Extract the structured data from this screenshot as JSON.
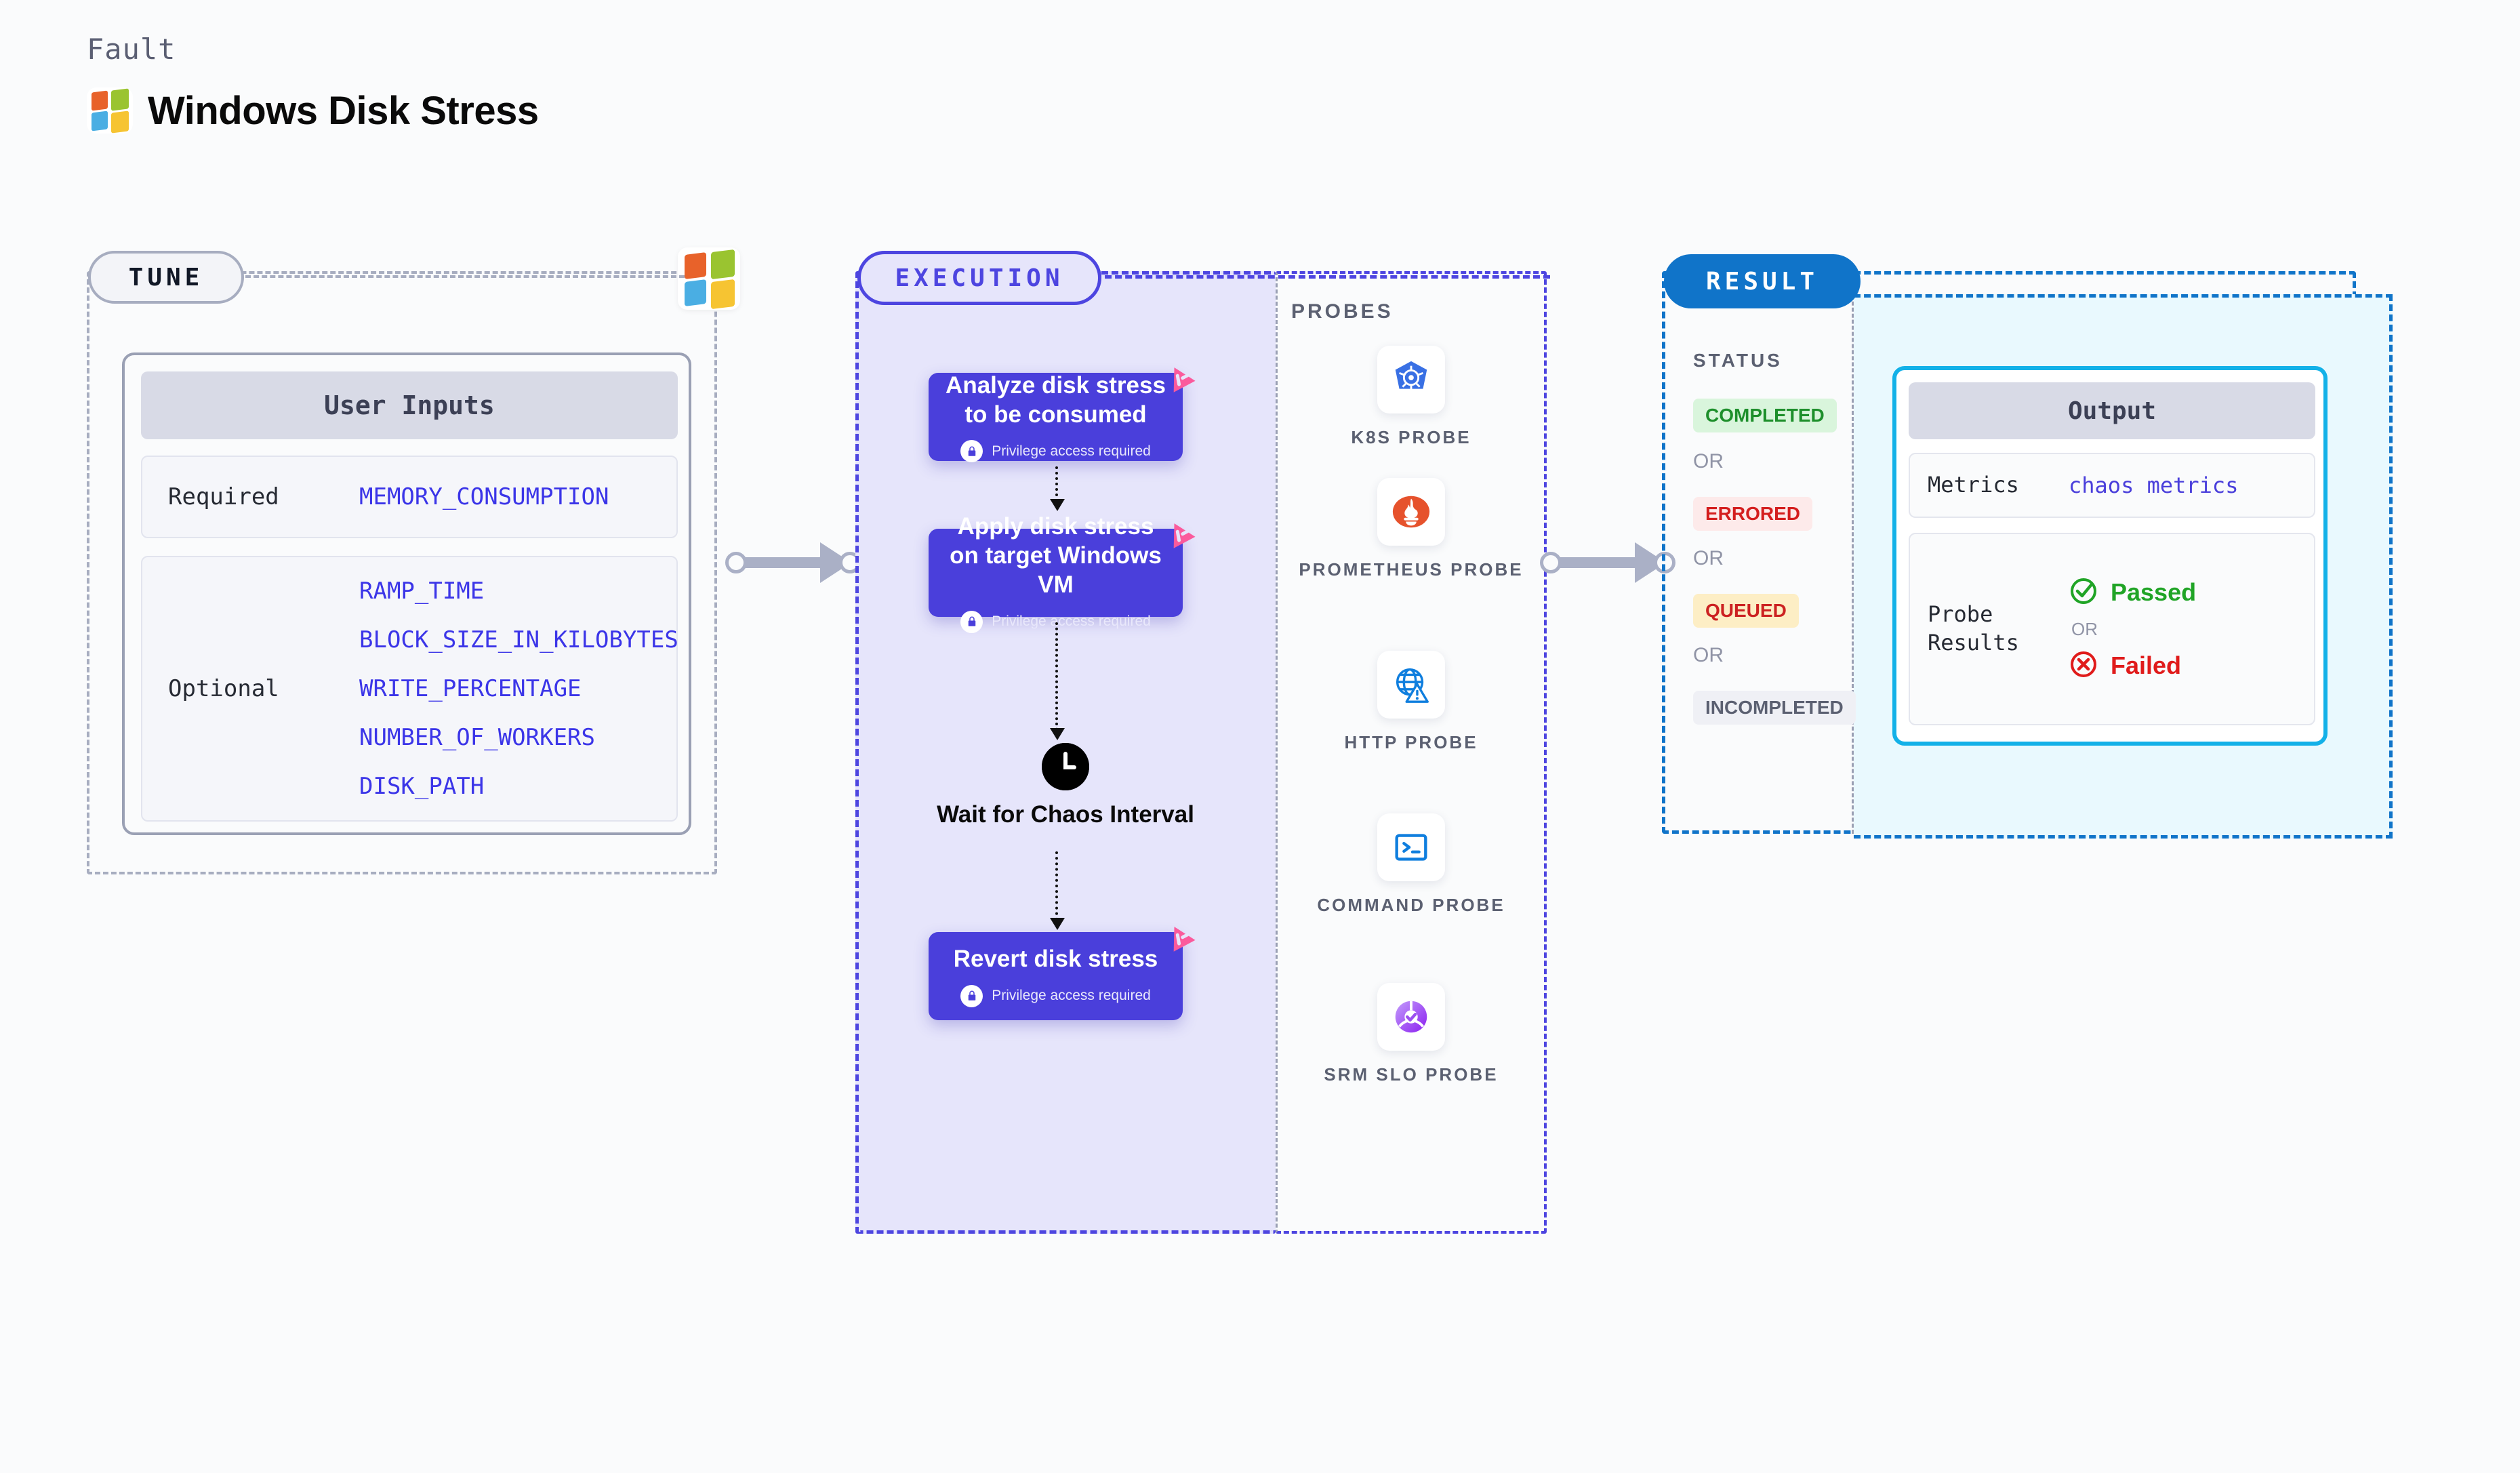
{
  "header": {
    "fault_label": "Fault",
    "title": "Windows Disk Stress",
    "logo_icon": "windows-logo-icon"
  },
  "tune": {
    "pill_label": "TUNE",
    "platform_icon": "windows-logo-icon",
    "user_inputs_title": "User Inputs",
    "required_label": "Required",
    "required_values": [
      "MEMORY_CONSUMPTION"
    ],
    "optional_label": "Optional",
    "optional_values": [
      "RAMP_TIME",
      "BLOCK_SIZE_IN_KILOBYTES",
      "WRITE_PERCENTAGE",
      "NUMBER_OF_WORKERS",
      "DISK_PATH"
    ]
  },
  "execution": {
    "pill_label": "EXECUTION",
    "privilege_note": "Privilege access required",
    "steps": [
      {
        "title": "Analyze disk stress to be consumed",
        "privileged": true,
        "badge_icon": "harness-logo-icon"
      },
      {
        "title": "Apply disk stress on target Windows VM",
        "privileged": true,
        "badge_icon": "harness-logo-icon"
      },
      {
        "title": "Revert disk stress",
        "privileged": true,
        "badge_icon": "harness-logo-icon"
      }
    ],
    "wait_node": {
      "label": "Wait for Chaos Interval",
      "icon": "clock-icon"
    }
  },
  "probes": {
    "section_title": "PROBES",
    "items": [
      {
        "label": "K8S PROBE",
        "icon": "kubernetes-icon",
        "color": "#3970e4"
      },
      {
        "label": "PROMETHEUS PROBE",
        "icon": "prometheus-icon",
        "color": "#e6522c"
      },
      {
        "label": "HTTP PROBE",
        "icon": "http-globe-icon",
        "color": "#0f7ede"
      },
      {
        "label": "COMMAND PROBE",
        "icon": "terminal-icon",
        "color": "#0f7ede"
      },
      {
        "label": "SRM SLO PROBE",
        "icon": "srm-slo-icon",
        "color": "#9b4ff0"
      }
    ]
  },
  "result": {
    "pill_label": "RESULT",
    "status_title": "STATUS",
    "or_label": "OR",
    "statuses": [
      {
        "label": "COMPLETED",
        "bg": "#d9f5dc",
        "fg": "#1d8f2b"
      },
      {
        "label": "ERRORED",
        "bg": "#fdeaea",
        "fg": "#d41e1e"
      },
      {
        "label": "QUEUED",
        "bg": "#fdeec5",
        "fg": "#cc2121"
      },
      {
        "label": "INCOMPLETED",
        "bg": "#eff0f5",
        "fg": "#5b6071"
      }
    ],
    "output": {
      "title": "Output",
      "metrics_label": "Metrics",
      "metrics_value": "chaos metrics",
      "probe_results_label": "Probe Results",
      "passed_label": "Passed",
      "failed_label": "Failed",
      "or_label": "OR",
      "passed_icon": "check-circle-icon",
      "failed_icon": "x-circle-icon",
      "passed_color": "#20a426",
      "failed_color": "#e01b1b"
    }
  },
  "connectors": [
    {
      "name": "tune-to-execution"
    },
    {
      "name": "execution-to-result"
    }
  ]
}
